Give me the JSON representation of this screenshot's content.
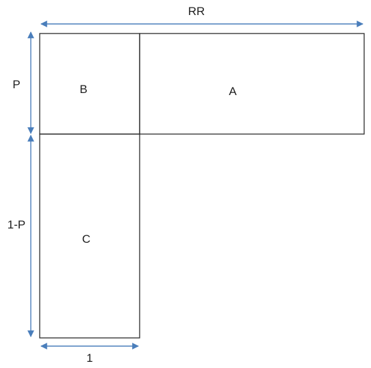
{
  "diagram": {
    "regions": {
      "a": "A",
      "b": "B",
      "c": "C"
    },
    "dimensions": {
      "top_width": "RR",
      "left_upper_height": "P",
      "left_lower_height": "1-P",
      "bottom_width": "1"
    }
  },
  "colors": {
    "dimension_arrows": "#4a7ebb",
    "box_stroke": "#2b2b2b",
    "text": "#1f1f1f"
  }
}
